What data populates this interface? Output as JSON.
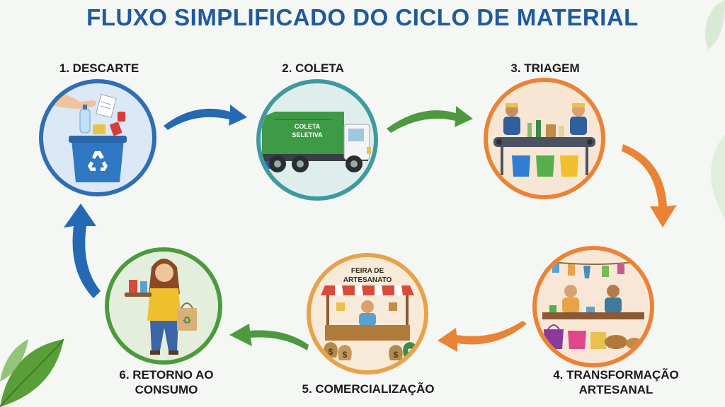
{
  "title": "FLUXO SIMPLIFICADO DO CICLO DE MATERIAL",
  "colors": {
    "title": "#1f5a9c",
    "blue": "#2469b3",
    "teal": "#3f9aa0",
    "green": "#4d9a3e",
    "orange": "#ea8335"
  },
  "steps": [
    {
      "label": "1. DESCARTE",
      "icon": "recycling-bin-icon",
      "ring": "#2f6db5"
    },
    {
      "label": "2. COLETA",
      "icon": "garbage-truck-icon",
      "ring": "#3f9aa0",
      "truck_text_1": "COLETA",
      "truck_text_2": "SELETIVA"
    },
    {
      "label": "3. TRIAGEM",
      "icon": "sorting-conveyor-icon",
      "ring": "#ea8335"
    },
    {
      "label_1": "4. TRANSFORMAÇÃO",
      "label_2": "ARTESANAL",
      "icon": "artisan-workshop-icon",
      "ring": "#ea8335"
    },
    {
      "label": "5. COMERCIALIZAÇÃO",
      "icon": "market-stall-icon",
      "ring": "#e8a24a",
      "stall_text_1": "FEIRA DE",
      "stall_text_2": "ARTESANATO"
    },
    {
      "label_1": "6. RETORNO AO",
      "label_2": "CONSUMO",
      "icon": "consumer-woman-icon",
      "ring": "#4d9a3e"
    }
  ]
}
